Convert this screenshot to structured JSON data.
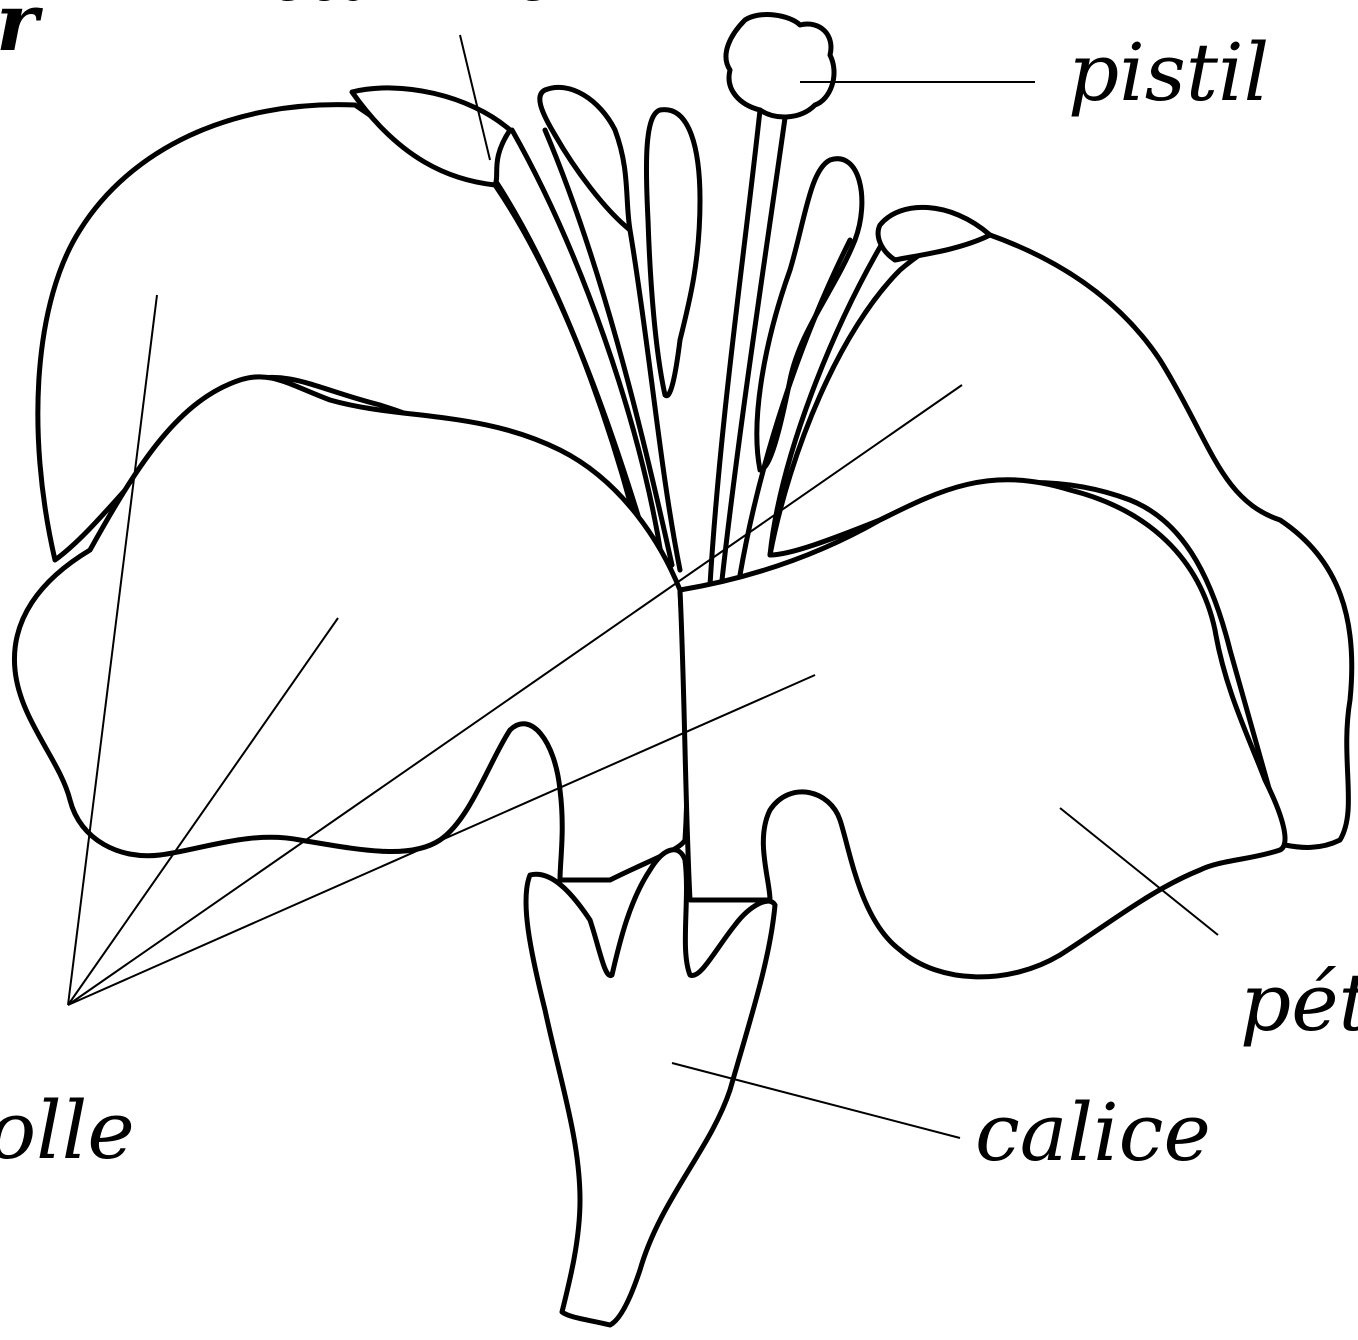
{
  "labels": {
    "pistil": "pistil",
    "calice": "calice",
    "corolle_partial": "olle",
    "petale_partial": "pét",
    "etamine_partial": "étamine",
    "title_partial": "r"
  },
  "colors": {
    "ink": "#000000",
    "paper": "#ffffff"
  }
}
